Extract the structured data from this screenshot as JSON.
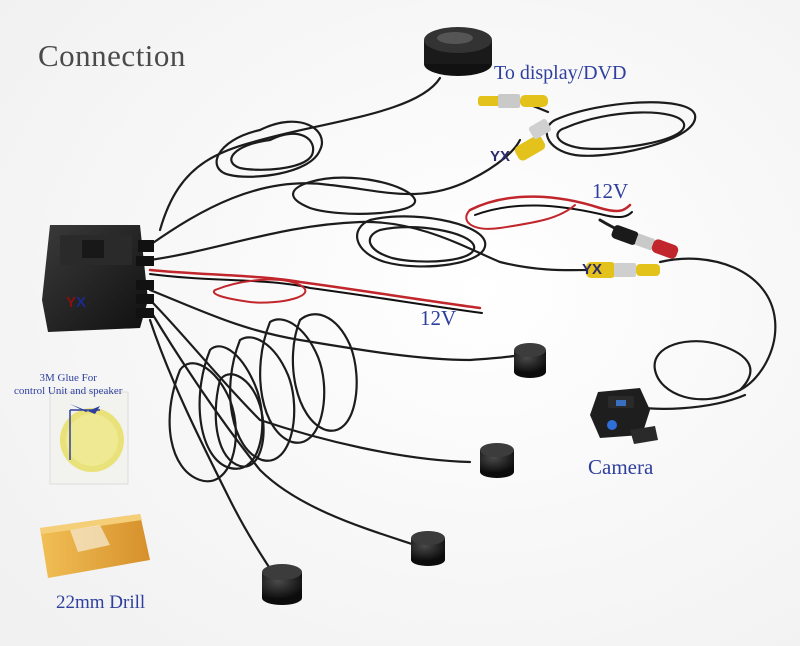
{
  "title": "Connection",
  "labels": {
    "display": "To display/DVD",
    "power_top": "12V",
    "power_mid": "12V",
    "camera": "Camera",
    "drill": "22mm Drill",
    "glue_line1": "3M Glue For",
    "glue_line2": "control Unit and speaker"
  },
  "brand_marks": {
    "connector_video": "YX",
    "connector_power": "YX",
    "control_unit_prefix": "Y",
    "control_unit_suffix": "X"
  },
  "colors": {
    "title": "#4a4a4a",
    "label_blue": "#2e3f9e",
    "cable": "#1c1c1c",
    "power_red": "#c0262b",
    "rca_yellow": "#e2c21b",
    "box_orange": "#e8a83a"
  }
}
